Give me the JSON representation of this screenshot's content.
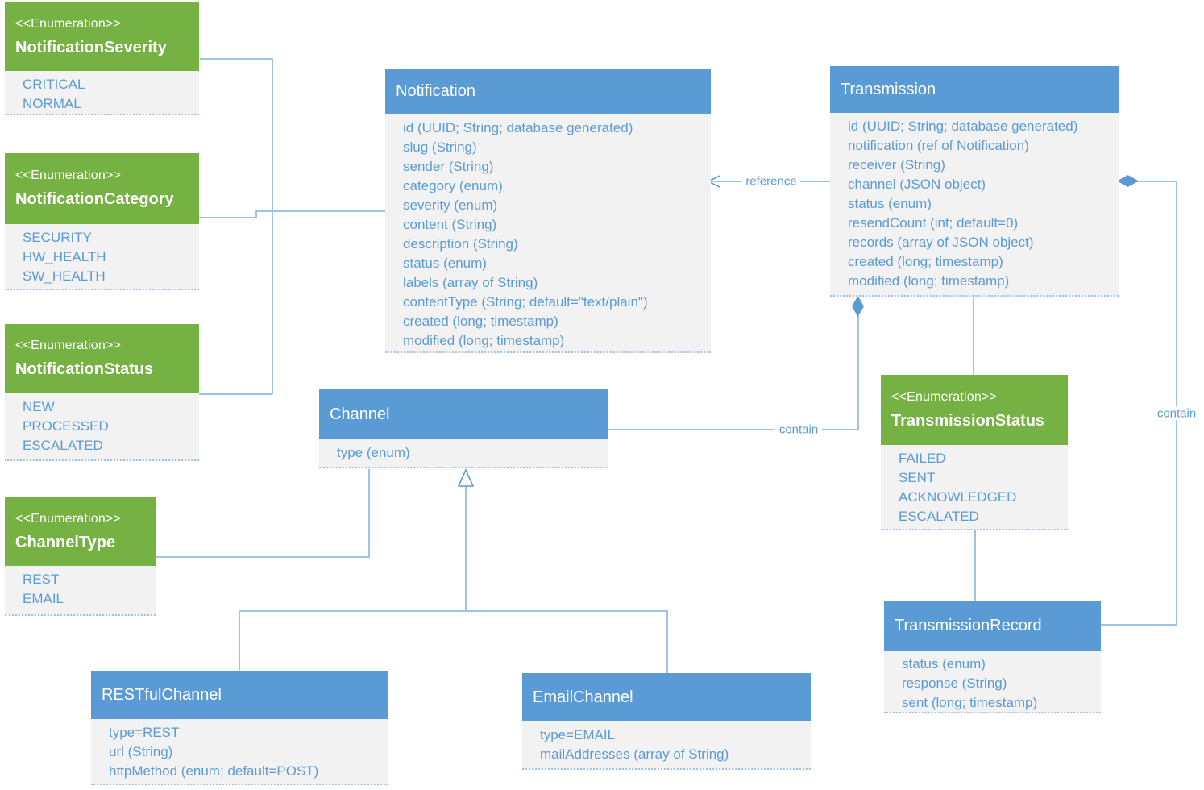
{
  "diagram": {
    "title_hint": "UML class diagram - notification service data model",
    "colors": {
      "enum_header": "#76B143",
      "class_header": "#5B9BD5",
      "body_bg": "#F2F2F2",
      "attr_text": "#5B9BD5",
      "connector": "#9DC3E6",
      "connector_strong": "#5B9BD5"
    },
    "enums": {
      "notification_severity": {
        "stereotype": "<<Enumeration>>",
        "title": "NotificationSeverity",
        "values": [
          "CRITICAL",
          "NORMAL"
        ]
      },
      "notification_category": {
        "stereotype": "<<Enumeration>>",
        "title": "NotificationCategory",
        "values": [
          "SECURITY",
          "HW_HEALTH",
          "SW_HEALTH"
        ]
      },
      "notification_status": {
        "stereotype": "<<Enumeration>>",
        "title": "NotificationStatus",
        "values": [
          "NEW",
          "PROCESSED",
          "ESCALATED"
        ]
      },
      "channel_type": {
        "stereotype": "<<Enumeration>>",
        "title": "ChannelType",
        "values": [
          "REST",
          "EMAIL"
        ]
      },
      "transmission_status": {
        "stereotype": "<<Enumeration>>",
        "title": "TransmissionStatus",
        "values": [
          "FAILED",
          "SENT",
          "ACKNOWLEDGED",
          "ESCALATED"
        ]
      }
    },
    "classes": {
      "notification": {
        "title": "Notification",
        "attributes": [
          "id (UUID; String; database generated)",
          "slug (String)",
          "sender (String)",
          "category (enum)",
          "severity (enum)",
          "content (String)",
          "description (String)",
          "status (enum)",
          "labels (array of String)",
          "contentType (String; default=\"text/plain\")",
          "created (long; timestamp)",
          "modified (long; timestamp)"
        ]
      },
      "transmission": {
        "title": "Transmission",
        "attributes": [
          "id (UUID; String; database generated)",
          "notification (ref of Notification)",
          "receiver (String)",
          "channel (JSON object)",
          "status (enum)",
          "resendCount (int; default=0)",
          "records (array of JSON object)",
          "created (long; timestamp)",
          "modified (long; timestamp)"
        ]
      },
      "channel": {
        "title": "Channel",
        "attributes": [
          "type (enum)"
        ]
      },
      "restful_channel": {
        "title": "RESTfulChannel",
        "attributes": [
          "type=REST",
          "url (String)",
          "httpMethod (enum; default=POST)"
        ]
      },
      "email_channel": {
        "title": "EmailChannel",
        "attributes": [
          "type=EMAIL",
          "mailAddresses (array of String)"
        ]
      },
      "transmission_record": {
        "title": "TransmissionRecord",
        "attributes": [
          "status (enum)",
          "response (String)",
          "sent (long; timestamp)"
        ]
      }
    },
    "relationships": [
      {
        "from": "NotificationSeverity",
        "to": "Notification",
        "type": "association",
        "label": ""
      },
      {
        "from": "NotificationCategory",
        "to": "Notification",
        "type": "association",
        "label": ""
      },
      {
        "from": "NotificationStatus",
        "to": "Notification",
        "type": "association",
        "label": ""
      },
      {
        "from": "ChannelType",
        "to": "Channel",
        "type": "association",
        "label": ""
      },
      {
        "parent": "Channel",
        "child": "RESTfulChannel",
        "type": "generalization",
        "label": ""
      },
      {
        "parent": "Channel",
        "child": "EmailChannel",
        "type": "generalization",
        "label": ""
      },
      {
        "from": "Transmission",
        "to": "Notification",
        "type": "dependency-arrow",
        "label": "reference"
      },
      {
        "from": "Transmission",
        "to": "Channel",
        "type": "composition",
        "label": "contain"
      },
      {
        "from": "Transmission",
        "to": "TransmissionRecord",
        "type": "composition",
        "label": "contain"
      },
      {
        "from": "Transmission",
        "to": "TransmissionStatus",
        "type": "association",
        "label": ""
      },
      {
        "from": "TransmissionStatus",
        "to": "TransmissionRecord",
        "type": "association",
        "label": ""
      }
    ]
  }
}
